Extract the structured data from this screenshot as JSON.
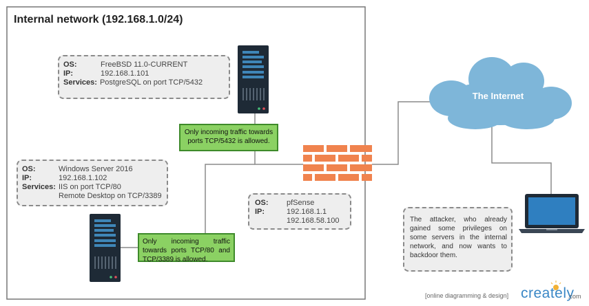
{
  "network": {
    "title": "Internal network (192.168.1.0/24)"
  },
  "db_server": {
    "os_label": "OS:",
    "os_value": "FreeBSD 11.0-CURRENT",
    "ip_label": "IP:",
    "ip_value": "192.168.1.101",
    "services_label": "Services:",
    "services_value": "PostgreSQL on port TCP/5432"
  },
  "win_server": {
    "os_label": "OS:",
    "os_value": "Windows Server 2016",
    "ip_label": "IP:",
    "ip_value": "192.168.1.102",
    "services_label": "Services:",
    "services_value_1": "IIS on port TCP/80",
    "services_value_2": "Remote Desktop on TCP/3389"
  },
  "firewall": {
    "os_label": "OS:",
    "os_value": "pfSense",
    "ip_label": "IP:",
    "ip_value_1": "192.168.1.1",
    "ip_value_2": "192.168.58.100"
  },
  "rules": {
    "db_rule": "Only incoming traffic towards ports TCP/5432 is allowed.",
    "win_rule": "Only incoming traffic towards ports TCP/80 and TCP/3389 is allowed."
  },
  "internet": {
    "label": "The Internet"
  },
  "attacker": {
    "note": "The attacker, who already gained some privileges on some servers in the internal network, and now wants to backdoor them."
  },
  "footer": {
    "caption": "[online diagramming & design]",
    "brand": "creately",
    "brand_suffix": ".com"
  },
  "colors": {
    "rule_fill": "#8bd163",
    "rule_border": "#3e8a2a",
    "cloud": "#7eb6d9",
    "brick": "#f0834e",
    "server": "#1e2a36"
  }
}
